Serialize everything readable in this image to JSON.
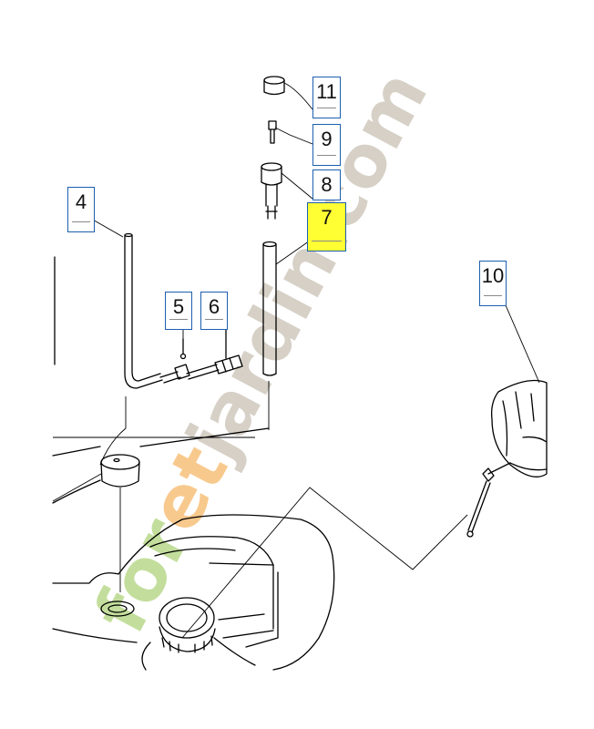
{
  "callouts": [
    {
      "id": "11",
      "label": "11",
      "highlighted": false
    },
    {
      "id": "9",
      "label": "9",
      "highlighted": false
    },
    {
      "id": "8",
      "label": "8",
      "highlighted": false
    },
    {
      "id": "7",
      "label": "7",
      "highlighted": true
    },
    {
      "id": "4",
      "label": "4",
      "highlighted": false
    },
    {
      "id": "10",
      "label": "10",
      "highlighted": false
    },
    {
      "id": "5",
      "label": "5",
      "highlighted": false
    },
    {
      "id": "6",
      "label": "6",
      "highlighted": false
    }
  ],
  "watermark": {
    "text_part1": "for",
    "text_part2": "et",
    "text_part3": "jardin.com",
    "colors": {
      "green": "#b9d98b",
      "orange": "#f7c07a",
      "gray": "#cfc8bd"
    }
  },
  "colors": {
    "line": "#000000",
    "callout_border": "#1c5fae",
    "highlight": "#ffff33"
  }
}
